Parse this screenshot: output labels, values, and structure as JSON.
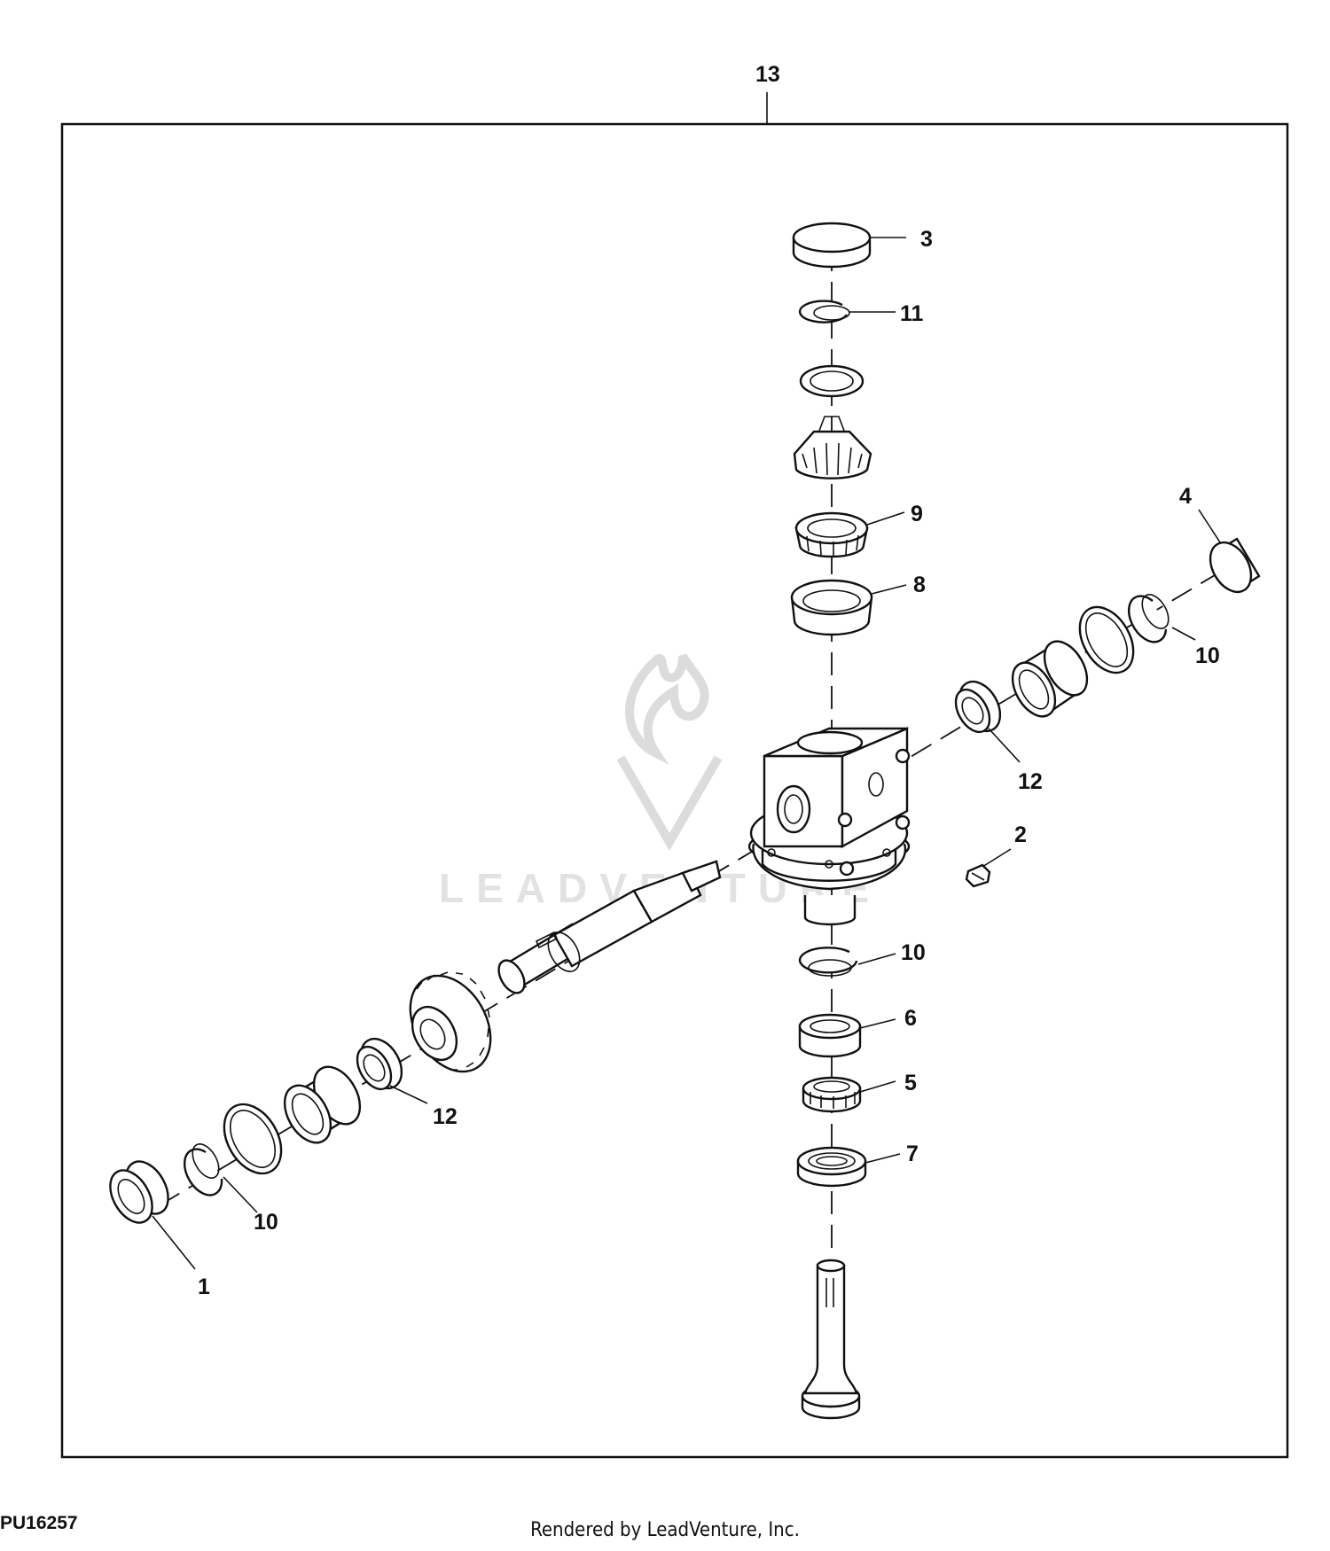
{
  "figure_id": "PU16257",
  "credit": "Rendered by LeadVenture, Inc.",
  "watermark": "LEADVENTURE",
  "callouts": {
    "c1": "1",
    "c2": "2",
    "c3": "3",
    "c4": "4",
    "c5": "5",
    "c6": "6",
    "c7": "7",
    "c8": "8",
    "c9": "9",
    "c10a": "10",
    "c10b": "10",
    "c10c": "10",
    "c11": "11",
    "c12a": "12",
    "c12b": "12",
    "c13": "13"
  },
  "colors": {
    "line": "#111111",
    "background": "#ffffff",
    "watermark": "#dcdcdc"
  }
}
